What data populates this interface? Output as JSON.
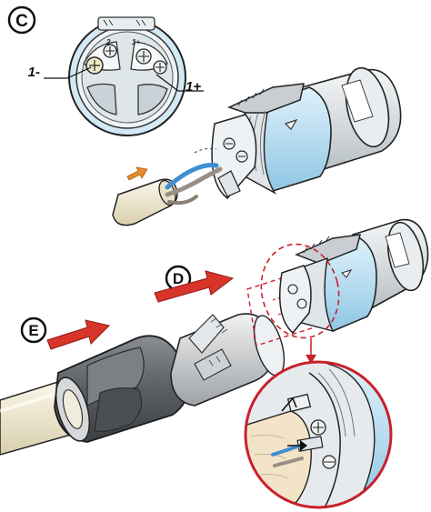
{
  "steps": {
    "c": "C",
    "d": "D",
    "e": "E"
  },
  "pins": {
    "minus": "1-",
    "plus": "1+"
  },
  "colors": {
    "metal": "#e6ecef",
    "blue_housing": "#bfe1f3",
    "dark_rubber": "#5b5f63",
    "cable": "#f3ecd4",
    "orange_arrow": "#e58a2b",
    "red_arrow": "#d8352a",
    "detail_circle": "#c8202c"
  }
}
